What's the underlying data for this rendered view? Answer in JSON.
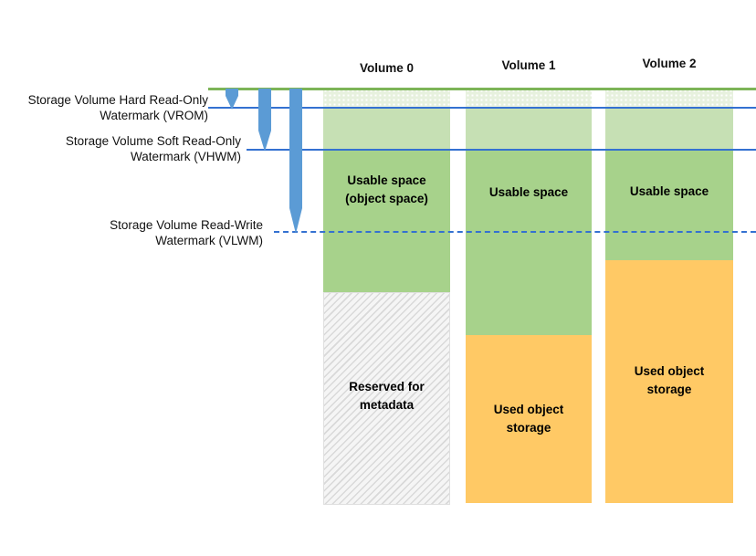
{
  "watermarks": [
    {
      "line1": "Storage Volume Hard Read-Only",
      "line2": "Watermark (VROM)"
    },
    {
      "line1": "Storage Volume Soft Read-Only",
      "line2": "Watermark (VHWM)"
    },
    {
      "line1": "Storage Volume Read-Write",
      "line2": "Watermark (VLWM)"
    }
  ],
  "volumes": [
    {
      "title": "Volume 0",
      "usable": [
        "Usable space",
        "(object space)"
      ],
      "bottom": [
        "Reserved for",
        "metadata"
      ]
    },
    {
      "title": "Volume 1",
      "usable": [
        "Usable space"
      ],
      "bottom": [
        "Used object",
        "storage"
      ]
    },
    {
      "title": "Volume 2",
      "usable": [
        "Usable space"
      ],
      "bottom": [
        "Used object",
        "storage"
      ]
    }
  ],
  "colors": {
    "usable_green": "#a7d28b",
    "buffer_light_green": "#c6e0b4",
    "capacity_line_green": "#7db457",
    "watermark_line_blue": "#3471d1",
    "pointer_blue": "#5b9bd5",
    "used_storage_orange": "#ffc965",
    "metadata_hatch_gray": "#d9d9d9"
  }
}
